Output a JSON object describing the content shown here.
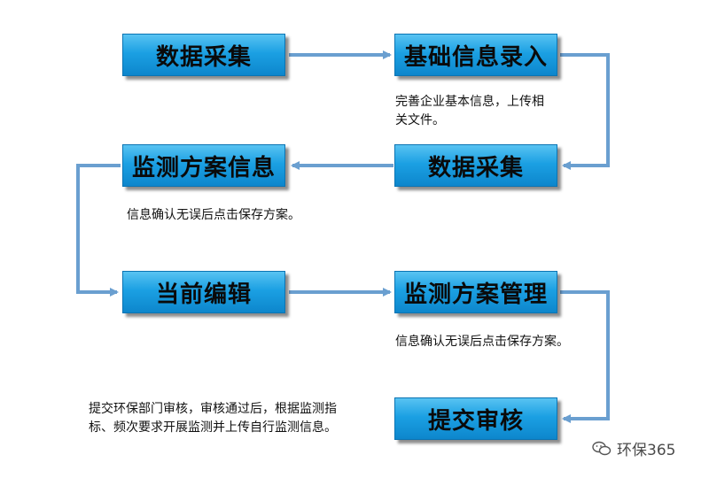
{
  "colors": {
    "box_fill": "#1ba0e3",
    "arrow": "#6699cc",
    "text": "#111111"
  },
  "steps": [
    {
      "label": "数据采集"
    },
    {
      "label": "基础信息录入"
    },
    {
      "label": "数据采集"
    },
    {
      "label": "监测方案信息"
    },
    {
      "label": "当前编辑"
    },
    {
      "label": "监测方案管理"
    },
    {
      "label": "提交审核"
    }
  ],
  "notes": [
    {
      "lines": [
        "完善企业基本信息，上传相",
        "关文件。"
      ]
    },
    {
      "lines": [
        "信息确认无误后点击保存方案。"
      ]
    },
    {
      "lines": [
        "信息确认无误后点击保存方案。"
      ]
    },
    {
      "lines": [
        "提交环保部门审核，审核通过后，根据监测指",
        "标、频次要求开展监测并上传自行监测信息。"
      ]
    }
  ],
  "watermark": {
    "text": "环保365",
    "icon": "wechat-icon"
  }
}
